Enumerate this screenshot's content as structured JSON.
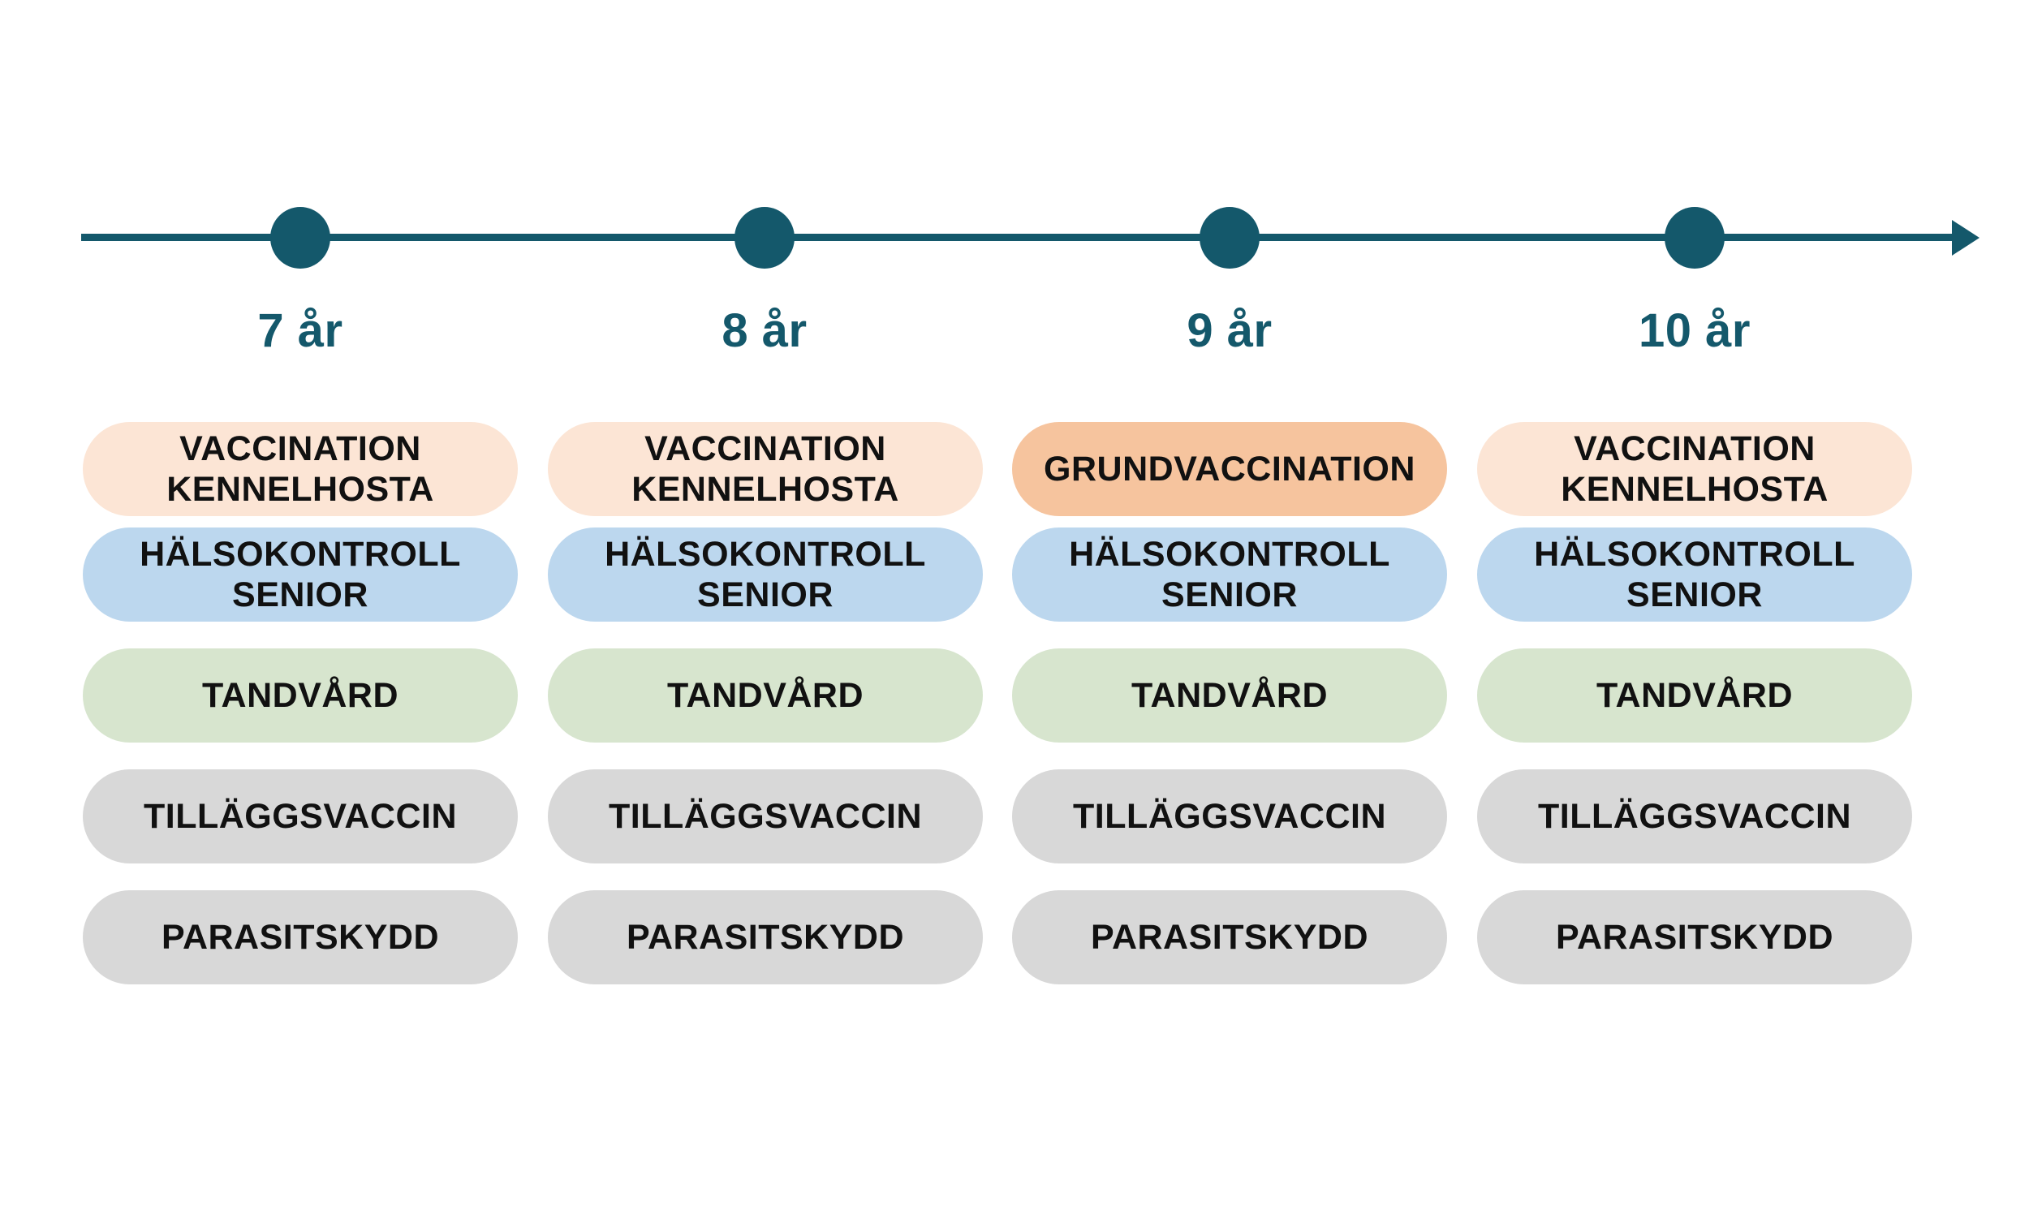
{
  "colors": {
    "timeline": "#14586B",
    "age_label": "#14586B",
    "peach": "#FCE5D5",
    "orange": "#F6C49E",
    "blue": "#BCD7EE",
    "green": "#D7E5CE",
    "gray": "#D8D8D8",
    "pill_text": "#111111",
    "background": "#FFFFFF"
  },
  "timeline": {
    "ages": [
      {
        "label": "7 år"
      },
      {
        "label": "8 år"
      },
      {
        "label": "9 år"
      },
      {
        "label": "10 år"
      }
    ]
  },
  "columns": [
    {
      "age": "7 år",
      "pills": [
        {
          "label": "VACCINATION\nKENNELHOSTA",
          "color": "peach"
        },
        {
          "label": "HÄLSOKONTROLL\nSENIOR",
          "color": "blue"
        },
        {
          "label": "TANDVÅRD",
          "color": "green"
        },
        {
          "label": "TILLÄGGSVACCIN",
          "color": "gray"
        },
        {
          "label": "PARASITSKYDD",
          "color": "gray"
        }
      ]
    },
    {
      "age": "8 år",
      "pills": [
        {
          "label": "VACCINATION\nKENNELHOSTA",
          "color": "peach"
        },
        {
          "label": "HÄLSOKONTROLL\nSENIOR",
          "color": "blue"
        },
        {
          "label": "TANDVÅRD",
          "color": "green"
        },
        {
          "label": "TILLÄGGSVACCIN",
          "color": "gray"
        },
        {
          "label": "PARASITSKYDD",
          "color": "gray"
        }
      ]
    },
    {
      "age": "9 år",
      "pills": [
        {
          "label": "GRUNDVACCINATION",
          "color": "orange"
        },
        {
          "label": "HÄLSOKONTROLL\nSENIOR",
          "color": "blue"
        },
        {
          "label": "TANDVÅRD",
          "color": "green"
        },
        {
          "label": "TILLÄGGSVACCIN",
          "color": "gray"
        },
        {
          "label": "PARASITSKYDD",
          "color": "gray"
        }
      ]
    },
    {
      "age": "10 år",
      "pills": [
        {
          "label": "VACCINATION\nKENNELHOSTA",
          "color": "peach"
        },
        {
          "label": "HÄLSOKONTROLL\nSENIOR",
          "color": "blue"
        },
        {
          "label": "TANDVÅRD",
          "color": "green"
        },
        {
          "label": "TILLÄGGSVACCIN",
          "color": "gray"
        },
        {
          "label": "PARASITSKYDD",
          "color": "gray"
        }
      ]
    }
  ]
}
